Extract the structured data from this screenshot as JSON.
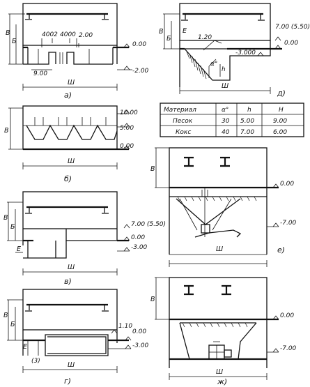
{
  "panel_a": {
    "caption": "а)",
    "width_label": "Ш",
    "height_labels": [
      "В",
      "Б"
    ],
    "dims": [
      "4002",
      "4000",
      "2.00",
      "9.00"
    ],
    "levels": [
      "0.00",
      "-2.00"
    ]
  },
  "panel_b": {
    "caption": "б)",
    "width_label": "Ш",
    "height_label": "В",
    "levels": [
      "10.00",
      "5.00",
      "0.00"
    ]
  },
  "panel_v": {
    "caption": "в)",
    "width_label": "Ш",
    "height_labels": [
      "В",
      "Б"
    ],
    "side_label": "Е",
    "levels": [
      "7.00 (5.50)",
      "0.00",
      "-3.00"
    ]
  },
  "panel_g": {
    "caption": "г)",
    "width_label": "Ш",
    "height_labels": [
      "В",
      "Б"
    ],
    "side_label": "Е",
    "small_dim": "(3)",
    "levels": [
      "1.10",
      "0.00",
      "-3.00"
    ]
  },
  "panel_d": {
    "caption": "д)",
    "width_label": "Ш",
    "height_labels": [
      "В",
      "Б"
    ],
    "side_label": "Е",
    "dims": [
      "1.20",
      "α°",
      "h"
    ],
    "levels": [
      "7.00 (5.50)",
      "0.00",
      "-3.000"
    ]
  },
  "table": {
    "headers": [
      "Материал",
      "α°",
      "h",
      "Н"
    ],
    "rows": [
      [
        "Песок",
        "30",
        "5.00",
        "9.00"
      ],
      [
        "Кокс",
        "40",
        "7.00",
        "6.00"
      ]
    ]
  },
  "panel_e": {
    "caption": "е)",
    "width_label": "Ш",
    "height_label": "В",
    "levels": [
      "0.00",
      "-7.00"
    ]
  },
  "panel_zh": {
    "caption": "ж)",
    "width_label": "Ш",
    "height_label": "В",
    "levels": [
      "0.00",
      "-7.00"
    ]
  }
}
